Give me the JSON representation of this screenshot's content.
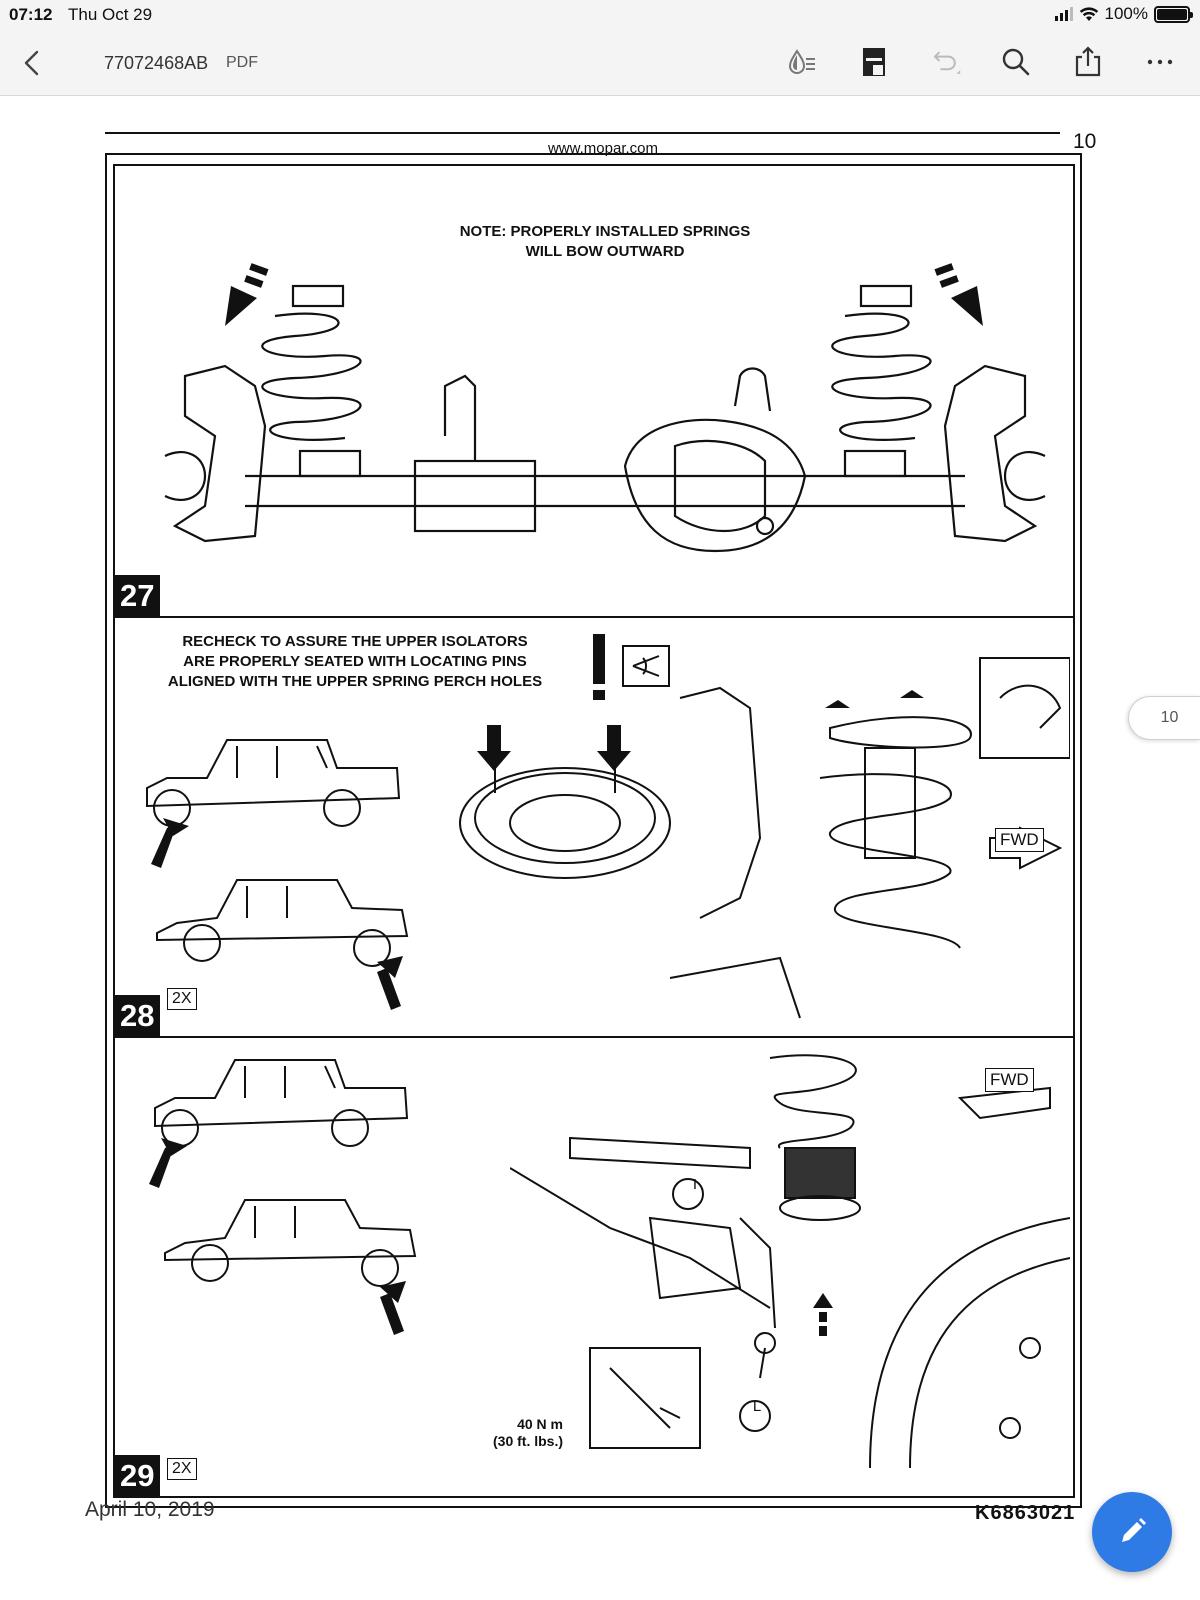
{
  "status_bar": {
    "time": "07:12",
    "date": "Thu Oct 29",
    "battery": "100%"
  },
  "nav": {
    "title": "77072468AB",
    "type_label": "PDF",
    "icons": [
      "back-chevron-icon",
      "reader-mode-icon",
      "page-layout-icon",
      "undo-icon",
      "search-icon",
      "share-icon",
      "more-icon"
    ]
  },
  "document": {
    "page_number": "10",
    "url": "www.mopar.com",
    "steps": [
      {
        "number": "27",
        "note_lines": [
          "NOTE: PROPERLY INSTALLED SPRINGS",
          "WILL BOW OUTWARD"
        ]
      },
      {
        "number": "28",
        "qty": "2X",
        "note_lines": [
          "RECHECK TO ASSURE THE UPPER ISOLATORS",
          "ARE PROPERLY SEATED WITH LOCATING PINS",
          "ALIGNED WITH THE UPPER SPRING PERCH HOLES"
        ],
        "fwd_label": "FWD"
      },
      {
        "number": "29",
        "qty": "2X",
        "fwd_label": "FWD",
        "callout_i": "I",
        "callout_l": "L",
        "torque_line1": "40 N m",
        "torque_line2": "(30 ft. lbs.)"
      }
    ],
    "footer_date": "April 10, 2019",
    "footer_code": "K6863021"
  },
  "side_tab": {
    "page": "10"
  }
}
